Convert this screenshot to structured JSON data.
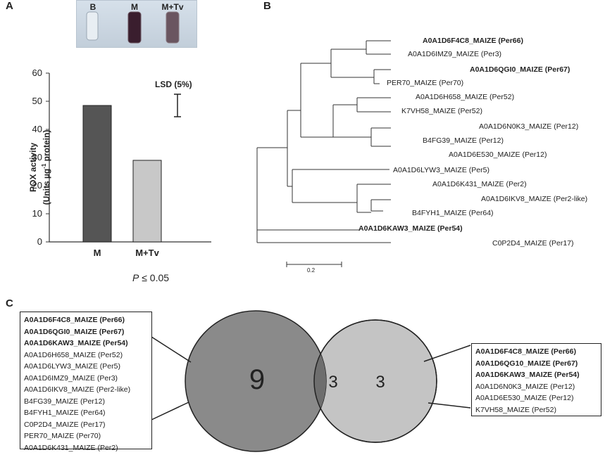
{
  "panels": {
    "a": "A",
    "b": "B",
    "c": "C"
  },
  "tubes": {
    "labels": [
      "B",
      "M",
      "M+Tv"
    ]
  },
  "chart_data": {
    "type": "bar",
    "categories": [
      "M",
      "M+Tv"
    ],
    "values": [
      48.5,
      29.0
    ],
    "colors": [
      "#555555",
      "#c8c8c8"
    ],
    "ylim": [
      0,
      60
    ],
    "yticks": [
      "0",
      "10",
      "20",
      "30",
      "40",
      "50",
      "60"
    ],
    "ylabel_line1": "POX activity",
    "ylabel_line2_pre": "(Units  µg",
    "ylabel_sup": "-1",
    "ylabel_line2_post": " protein)",
    "lsd_label": "LSD (5%)",
    "lsd_range": [
      44.5,
      52.5
    ],
    "pvalue_p": "P",
    "pvalue_rest": " ≤ 0.05"
  },
  "tree": {
    "leaves": [
      {
        "label": "A0A1D6F4C8_MAIZE  (Per66)",
        "bold": true
      },
      {
        "label": "A0A1D6IMZ9_MAIZE (Per3)",
        "bold": false
      },
      {
        "label": "A0A1D6QGI0_MAIZE  (Per67)",
        "bold": true
      },
      {
        "label": "PER70_MAIZE (Per70)",
        "bold": false
      },
      {
        "label": "A0A1D6H658_MAIZE (Per52)",
        "bold": false
      },
      {
        "label": "K7VH58_MAIZE (Per52)",
        "bold": false
      },
      {
        "label": "A0A1D6N0K3_MAIZE (Per12)",
        "bold": false
      },
      {
        "label": "B4FG39_MAIZE (Per12)",
        "bold": false
      },
      {
        "label": "A0A1D6E530_MAIZE (Per12)",
        "bold": false
      },
      {
        "label": "A0A1D6LYW3_MAIZE (Per5)",
        "bold": false
      },
      {
        "label": "A0A1D6K431_MAIZE (Per2)",
        "bold": false
      },
      {
        "label": "A0A1D6IKV8_MAIZE (Per2-like)",
        "bold": false
      },
      {
        "label": "B4FYH1_MAIZE (Per64)",
        "bold": false
      },
      {
        "label": "A0A1D6KAW3_MAIZE  (Per54)",
        "bold": true
      },
      {
        "label": "C0P2D4_MAIZE (Per17)",
        "bold": false
      }
    ],
    "scale_label": "0.2"
  },
  "venn": {
    "left_count": "9",
    "overlap_count": "3",
    "right_count": "3",
    "left_colors": {
      "fill": "#8a8a8a",
      "overlap": "#6e6e6e",
      "right": "#c4c4c4"
    },
    "left_list": [
      {
        "label": "A0A1D6F4C8_MAIZE (Per66)",
        "bold": true
      },
      {
        "label": "A0A1D6QGI0_MAIZE (Per67)",
        "bold": true
      },
      {
        "label": "A0A1D6KAW3_MAIZE (Per54)",
        "bold": true
      },
      {
        "label": "A0A1D6H658_MAIZE (Per52)",
        "bold": false
      },
      {
        "label": "A0A1D6LYW3_MAIZE (Per5)",
        "bold": false
      },
      {
        "label": "A0A1D6IMZ9_MAIZE (Per3)",
        "bold": false
      },
      {
        "label": "A0A1D6IKV8_MAIZE (Per2-like)",
        "bold": false
      },
      {
        "label": "B4FG39_MAIZE (Per12)",
        "bold": false
      },
      {
        "label": "B4FYH1_MAIZE (Per64)",
        "bold": false
      },
      {
        "label": "C0P2D4_MAIZE (Per17)",
        "bold": false
      },
      {
        "label": "PER70_MAIZE (Per70)",
        "bold": false
      },
      {
        "label": "A0A1D6K431_MAIZE (Per2)",
        "bold": false
      }
    ],
    "right_list": [
      {
        "label": "A0A1D6F4C8_MAIZE (Per66)",
        "bold": true
      },
      {
        "label": "A0A1D6QG10_MAIZE (Per67)",
        "bold": true
      },
      {
        "label": "A0A1D6KAW3_MAIZE (Per54)",
        "bold": true
      },
      {
        "label": "A0A1D6N0K3_MAIZE (Per12)",
        "bold": false
      },
      {
        "label": "A0A1D6E530_MAIZE (Per12)",
        "bold": false
      },
      {
        "label": "K7VH58_MAIZE (Per52)",
        "bold": false
      }
    ]
  }
}
